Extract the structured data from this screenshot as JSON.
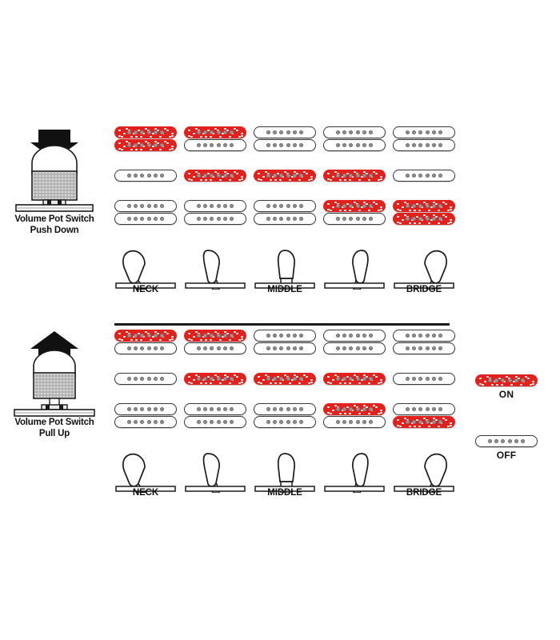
{
  "legend": {
    "on": {
      "label": "ON",
      "state": "on",
      "color": "#e2211c"
    },
    "off": {
      "label": "OFF",
      "state": "off",
      "color": "#ffffff"
    }
  },
  "position_labels": [
    "NECK",
    "",
    "MIDDLE",
    "",
    "BRIDGE"
  ],
  "sections": [
    {
      "id": "push",
      "knob": {
        "arrow": "down-arrow-icon",
        "knob_icon": "volume-pot-knob-icon",
        "caption_line1": "Volume Pot Switch",
        "caption_line2": "Push Down"
      },
      "pickup_rows": [
        {
          "name": "neck-humbucker",
          "type": "humbucker",
          "cells": [
            {
              "top": "on",
              "bottom": "on"
            },
            {
              "top": "on",
              "bottom": "off"
            },
            {
              "top": "off",
              "bottom": "off"
            },
            {
              "top": "off",
              "bottom": "off"
            },
            {
              "top": "off",
              "bottom": "off"
            }
          ]
        },
        {
          "name": "middle-single-coil",
          "type": "single",
          "cells": [
            {
              "top": "off"
            },
            {
              "top": "on"
            },
            {
              "top": "on"
            },
            {
              "top": "on"
            },
            {
              "top": "off"
            }
          ]
        },
        {
          "name": "bridge-humbucker",
          "type": "humbucker",
          "cells": [
            {
              "top": "off",
              "bottom": "off"
            },
            {
              "top": "off",
              "bottom": "off"
            },
            {
              "top": "off",
              "bottom": "off"
            },
            {
              "top": "on",
              "bottom": "off"
            },
            {
              "top": "on",
              "bottom": "on"
            }
          ]
        }
      ],
      "switch_positions": [
        {
          "label": "NECK",
          "tilt": "left-far"
        },
        {
          "label": "",
          "tilt": "left-near"
        },
        {
          "label": "MIDDLE",
          "tilt": "center"
        },
        {
          "label": "",
          "tilt": "right-near"
        },
        {
          "label": "BRIDGE",
          "tilt": "right-far"
        }
      ]
    },
    {
      "id": "pull",
      "knob": {
        "arrow": "up-arrow-icon",
        "knob_icon": "volume-pot-knob-icon",
        "caption_line1": "Volume Pot Switch",
        "caption_line2": "Pull Up"
      },
      "pickup_rows": [
        {
          "name": "neck-humbucker",
          "type": "humbucker",
          "cells": [
            {
              "top": "on",
              "bottom": "off"
            },
            {
              "top": "on",
              "bottom": "off"
            },
            {
              "top": "off",
              "bottom": "off"
            },
            {
              "top": "off",
              "bottom": "off"
            },
            {
              "top": "off",
              "bottom": "off"
            }
          ]
        },
        {
          "name": "middle-single-coil",
          "type": "single",
          "cells": [
            {
              "top": "off"
            },
            {
              "top": "on"
            },
            {
              "top": "on"
            },
            {
              "top": "on"
            },
            {
              "top": "off"
            }
          ]
        },
        {
          "name": "bridge-humbucker",
          "type": "humbucker",
          "cells": [
            {
              "top": "off",
              "bottom": "off"
            },
            {
              "top": "off",
              "bottom": "off"
            },
            {
              "top": "off",
              "bottom": "off"
            },
            {
              "top": "on",
              "bottom": "off"
            },
            {
              "top": "off",
              "bottom": "on"
            }
          ]
        }
      ],
      "switch_positions": [
        {
          "label": "NECK",
          "tilt": "left-far"
        },
        {
          "label": "",
          "tilt": "left-near"
        },
        {
          "label": "MIDDLE",
          "tilt": "center"
        },
        {
          "label": "",
          "tilt": "right-near"
        },
        {
          "label": "BRIDGE",
          "tilt": "right-far"
        }
      ]
    }
  ]
}
